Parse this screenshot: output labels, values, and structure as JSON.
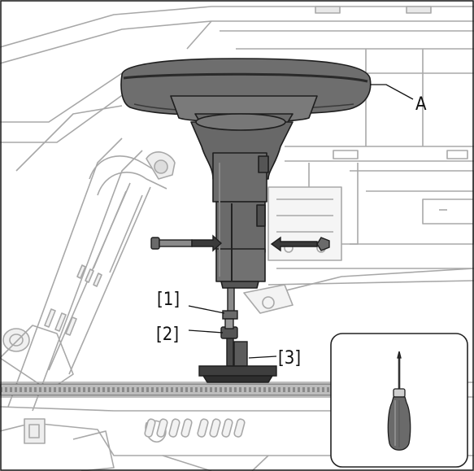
{
  "labels": {
    "part_a": "A",
    "callout_1": "[1]",
    "callout_2": "[2]",
    "callout_3": "[3]"
  },
  "icons": {
    "tool_inset": "screwdriver-icon",
    "fasteners": "bolt-icon"
  },
  "colors": {
    "line_art": "#9a9a9a",
    "part_fill": "#6c6c6c",
    "part_dark": "#3a3a3a",
    "background": "#ffffff"
  }
}
